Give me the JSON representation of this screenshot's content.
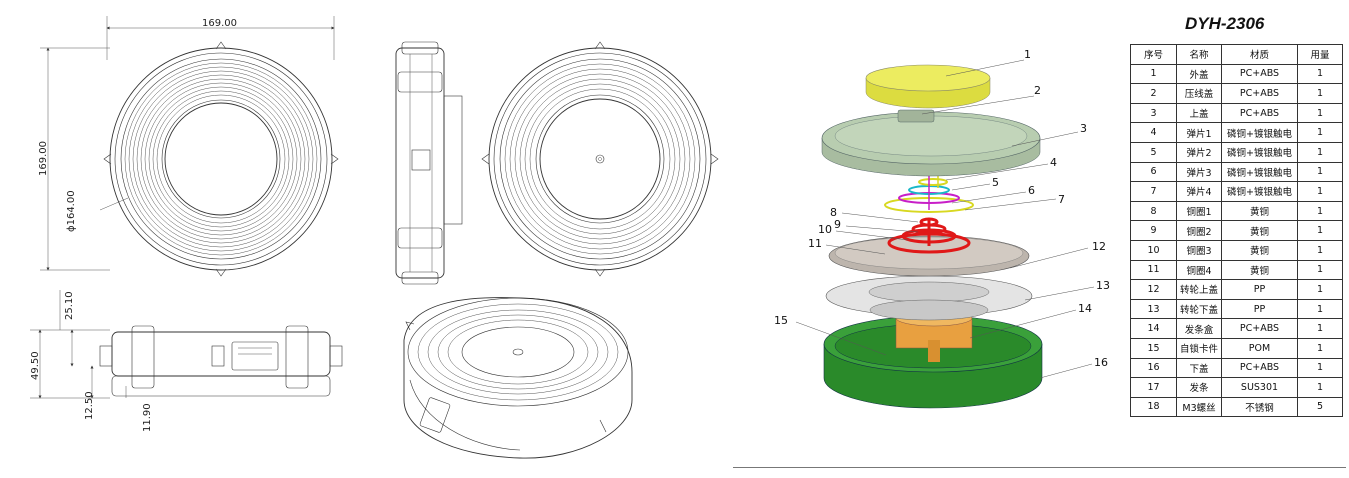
{
  "title": "DYH-2306",
  "dimensions": {
    "width_top": "169.00",
    "height_left": "169.00",
    "diameter": "ϕ164.00",
    "side_25": "25.10",
    "side_49": "49.50",
    "side_12": "12.50",
    "side_11": "11.90"
  },
  "callouts": [
    "1",
    "2",
    "3",
    "4",
    "5",
    "6",
    "7",
    "8",
    "9",
    "10",
    "11",
    "12",
    "13",
    "14",
    "15",
    "16"
  ],
  "bom": {
    "headers": [
      "序号",
      "名称",
      "材质",
      "用量"
    ],
    "rows": [
      [
        "1",
        "外盖",
        "PC+ABS",
        "1"
      ],
      [
        "2",
        "压线盖",
        "PC+ABS",
        "1"
      ],
      [
        "3",
        "上盖",
        "PC+ABS",
        "1"
      ],
      [
        "4",
        "弹片1",
        "磷铜+镀银触电",
        "1"
      ],
      [
        "5",
        "弹片2",
        "磷铜+镀银触电",
        "1"
      ],
      [
        "6",
        "弹片3",
        "磷铜+镀银触电",
        "1"
      ],
      [
        "7",
        "弹片4",
        "磷铜+镀银触电",
        "1"
      ],
      [
        "8",
        "铜圈1",
        "黄铜",
        "1"
      ],
      [
        "9",
        "铜圈2",
        "黄铜",
        "1"
      ],
      [
        "10",
        "铜圈3",
        "黄铜",
        "1"
      ],
      [
        "11",
        "铜圈4",
        "黄铜",
        "1"
      ],
      [
        "12",
        "转轮上盖",
        "PP",
        "1"
      ],
      [
        "13",
        "转轮下盖",
        "PP",
        "1"
      ],
      [
        "14",
        "发条盒",
        "PC+ABS",
        "1"
      ],
      [
        "15",
        "自锁卡件",
        "POM",
        "1"
      ],
      [
        "16",
        "下盖",
        "PC+ABS",
        "1"
      ],
      [
        "17",
        "发条",
        "SUS301",
        "1"
      ],
      [
        "18",
        "M3螺丝",
        "不锈钢",
        "5"
      ]
    ]
  },
  "colors": {
    "outer_cover": "#e8e85a",
    "upper_cover": "#b8cdb0",
    "spring_red": "#e01818",
    "spring_cyan": "#1ab8c8",
    "spring_magenta": "#c81ec8",
    "spring_yellow": "#d8d820",
    "wheel_gray": "#d0d0d0",
    "spring_box": "#e8a040",
    "bottom_cover": "#2a8a2a"
  }
}
